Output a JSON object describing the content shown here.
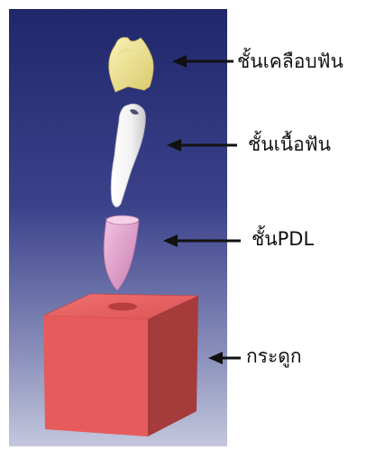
{
  "labels": {
    "enamel": "ชั้นเคลือบฟัน",
    "dentin": "ชั้นเนื้อฟัน",
    "pdl": "ชั้นPDL",
    "bone": "กระดูก"
  },
  "colors": {
    "background_top": "#242a6e",
    "background_bottom": "#b7bbd6",
    "enamel": "#efe49a",
    "dentin": "#f6f6f6",
    "pdl": "#e6a7cf",
    "bone": "#e85a5a",
    "arrow": "#111111"
  }
}
